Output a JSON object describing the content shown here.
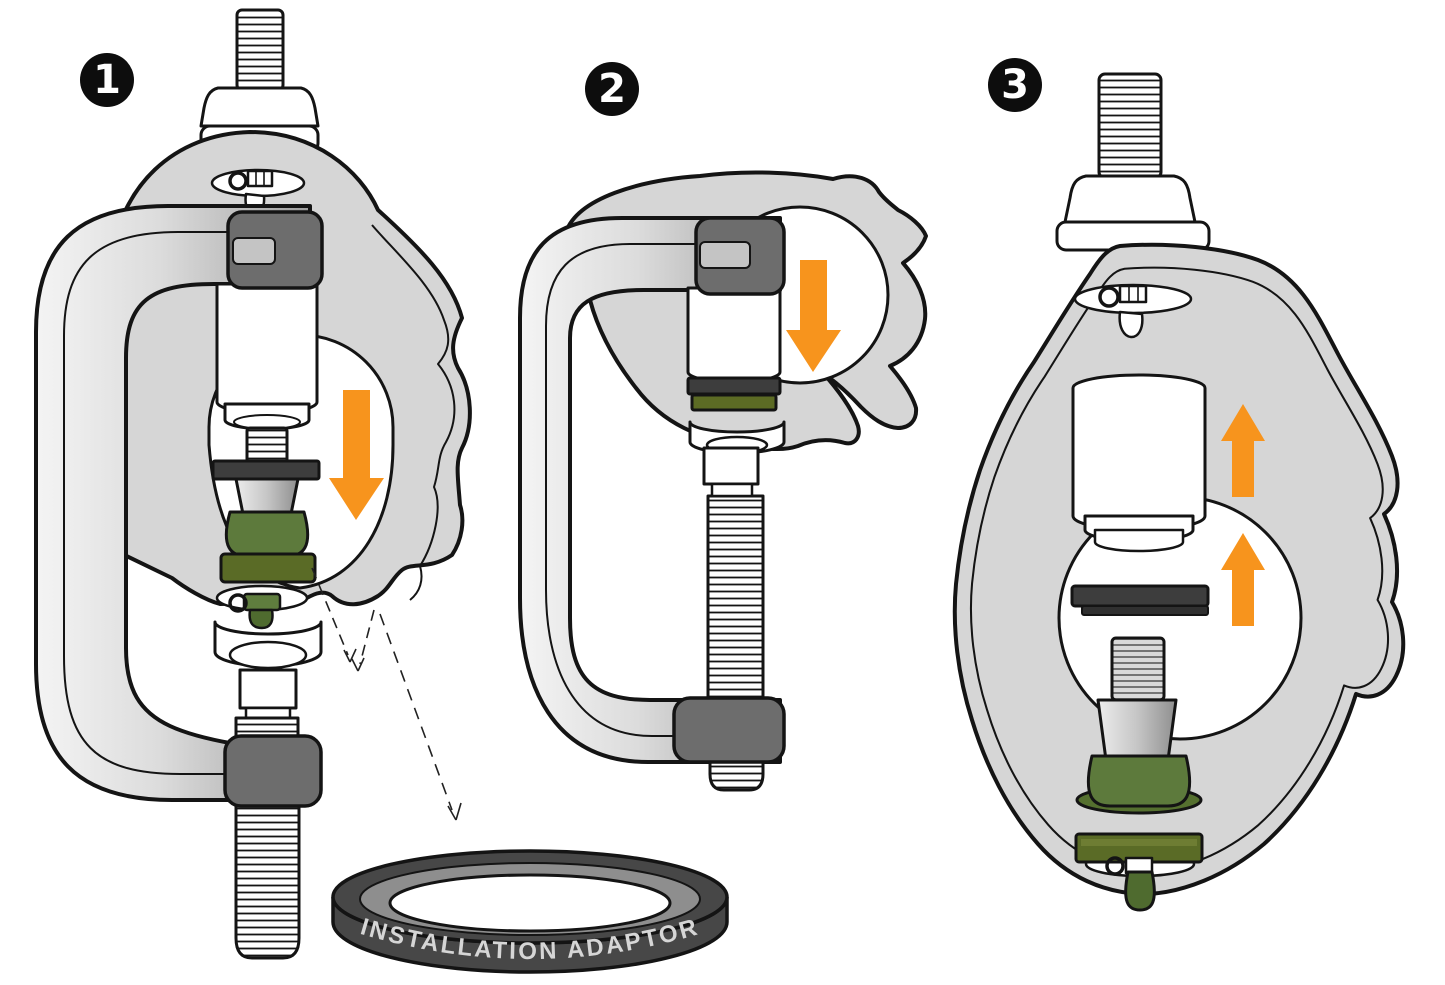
{
  "figure": {
    "type": "instructional-diagram",
    "subject": "ball joint press / installation sequence",
    "steps": [
      {
        "number": "1",
        "arrow_icon": "arrow-down-icon",
        "arrow_direction": "down"
      },
      {
        "number": "2",
        "arrow_icon": "arrow-down-icon",
        "arrow_direction": "down"
      },
      {
        "number": "3",
        "arrow_icon": "arrow-up-icon",
        "arrow_direction": "up"
      }
    ],
    "adaptor": {
      "label": "INSTALLATION ADAPTOR"
    },
    "colors": {
      "arrow_orange": "#f7941d",
      "knuckle_gray": "#d6d6d6",
      "clamp_light": "#f2f2f2",
      "clamp_dark": "#9a9a9a",
      "jaw_gray": "#6d6d6d",
      "washer_dark": "#3d3d3d",
      "boot_green": "#5d7a3c",
      "flange_olive": "#5a6b26",
      "stud_green": "#4f6b2f",
      "ring_band": "#474747",
      "ring_top": "#8e8e8e",
      "outline": "#141414"
    }
  }
}
